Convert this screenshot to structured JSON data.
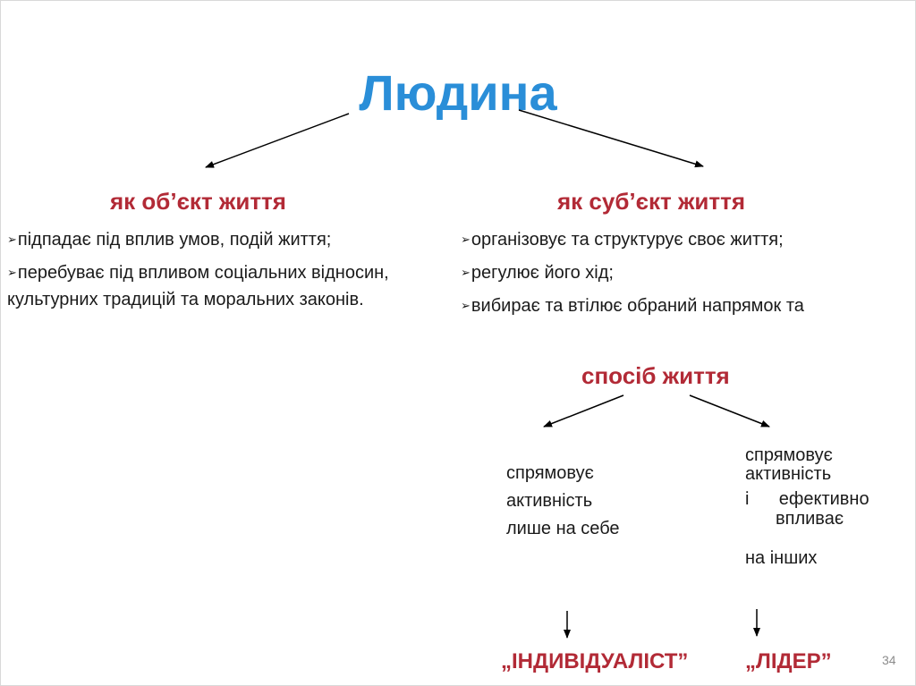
{
  "title": "Людина",
  "left": {
    "heading": "як об’єкт життя",
    "items": [
      "підпадає під вплив умов, подій життя;",
      "перебуває під впливом соціальних відносин, культурних традицій та моральних законів."
    ]
  },
  "right": {
    "heading": "як суб’єкт життя",
    "items": [
      "організовує та структурує своє життя;",
      "регулює його хід;",
      "вибирає та втілює обраний напрямок та"
    ]
  },
  "way_of_life": {
    "heading": "спосіб життя",
    "left_branch": {
      "lines": [
        "спрямовує",
        "активність",
        "лише на себе"
      ],
      "result": "„ІНДИВІДУАЛІСТ”"
    },
    "right_branch": {
      "lines": [
        "спрямовує",
        "активність",
        "і      ефективно",
        "впливає",
        "на інших"
      ],
      "result": "„ЛІДЕР”"
    }
  },
  "page_number": "34",
  "colors": {
    "title": "#2a8ed8",
    "headings": "#b22a36",
    "text": "#1a1a1a"
  },
  "bullet_glyph": "➢"
}
